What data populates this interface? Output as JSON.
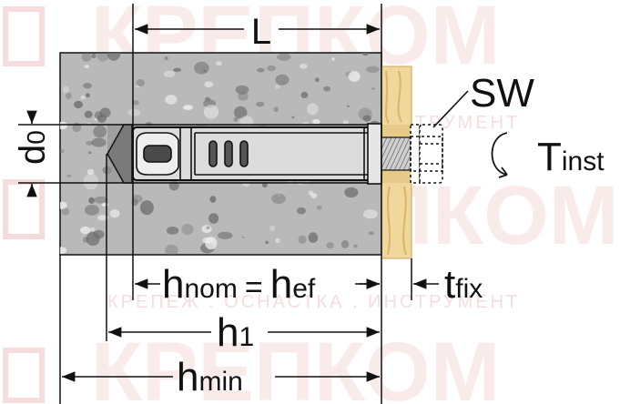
{
  "watermark": {
    "brand": "КРЕПКОМ",
    "tagline": "КРЕПЕЖ . ОСНАСТКА . ИНСТРУМЕНТ"
  },
  "labels": {
    "L": "L",
    "sw": "SW",
    "d0_main": "d",
    "d0_sub": "0",
    "tinst_main": "T",
    "tinst_sub": "inst",
    "hnom_main": "h",
    "hnom_sub": "nom",
    "equals": "=",
    "hef_main": "h",
    "hef_sub": "ef",
    "tfix_main": "t",
    "tfix_sub": "fix",
    "h1_main": "h",
    "h1_sub": "1",
    "hmin_main": "h",
    "hmin_sub": "min"
  },
  "colors": {
    "concrete": "#b9b9b9",
    "concrete_spots": "#6f6f6f",
    "wood": "#f0d79c",
    "wood_grain": "#d9b56a",
    "metal": "#dcdcdc",
    "line": "#111111",
    "watermark": "#e9a9a9"
  }
}
